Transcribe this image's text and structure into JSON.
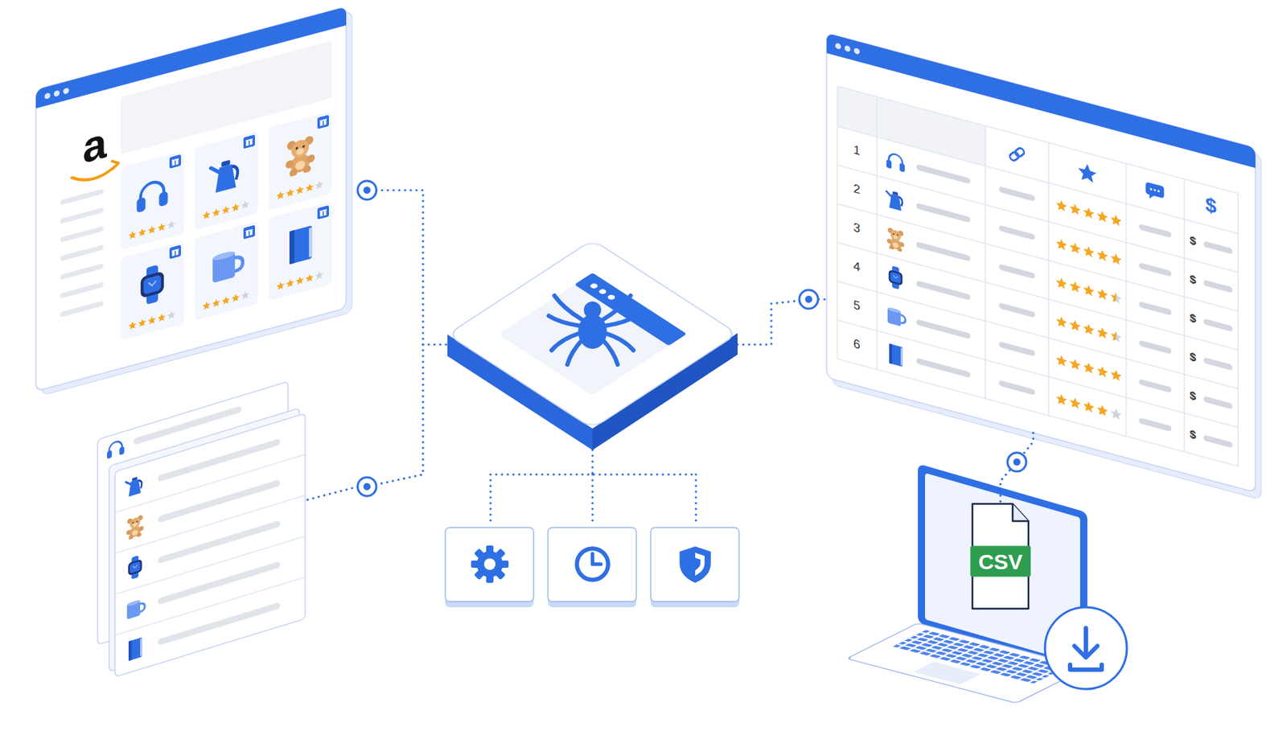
{
  "diagram": {
    "nodes": [
      {
        "text": [
          "a"
        ]
      },
      {
        "text": [
          "$",
          "1",
          "$",
          "2",
          "$",
          "3",
          "$",
          "4",
          "$",
          "5",
          "$",
          "6",
          "$"
        ]
      },
      {
        "text": [
          "CSV"
        ]
      }
    ],
    "edges": [
      {
        "from": 1,
        "to": 2,
        "arrow": "none"
      }
    ]
  }
}
